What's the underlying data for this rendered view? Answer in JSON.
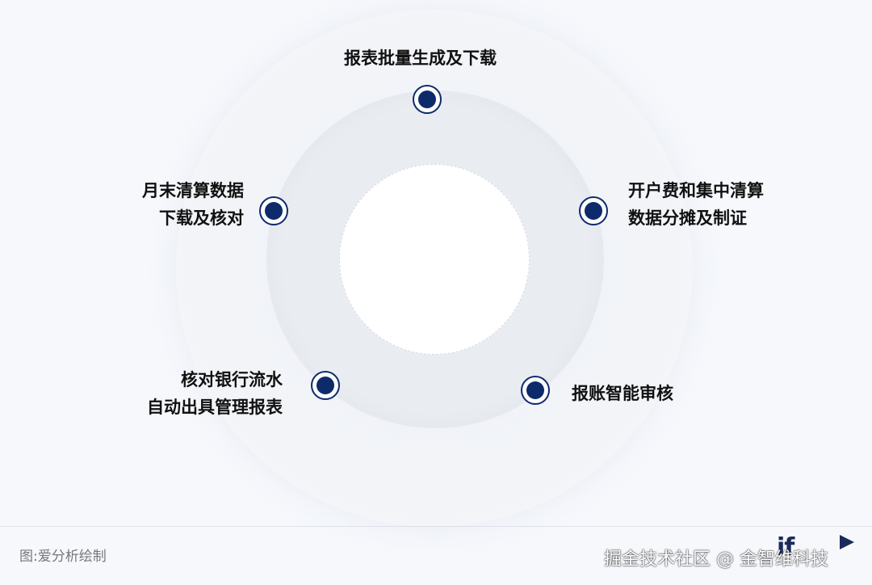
{
  "nodes": {
    "top": {
      "lines": [
        "报表批量生成及下载"
      ]
    },
    "upper_left": {
      "lines": [
        "月末清算数据",
        "下载及核对"
      ]
    },
    "upper_right": {
      "lines": [
        "开户费和集中清算",
        "数据分摊及制证"
      ]
    },
    "lower_left": {
      "lines": [
        "核对银行流水",
        "自动出具管理报表"
      ]
    },
    "lower_right": {
      "lines": [
        "报账智能审核"
      ]
    }
  },
  "footer": {
    "source": "图:爱分析绘制",
    "watermark": "掘金技术社区 @ 金智维科技",
    "logo_text": "if"
  },
  "colors": {
    "node": "#0d2a6b",
    "background": "#f6f8fc"
  }
}
